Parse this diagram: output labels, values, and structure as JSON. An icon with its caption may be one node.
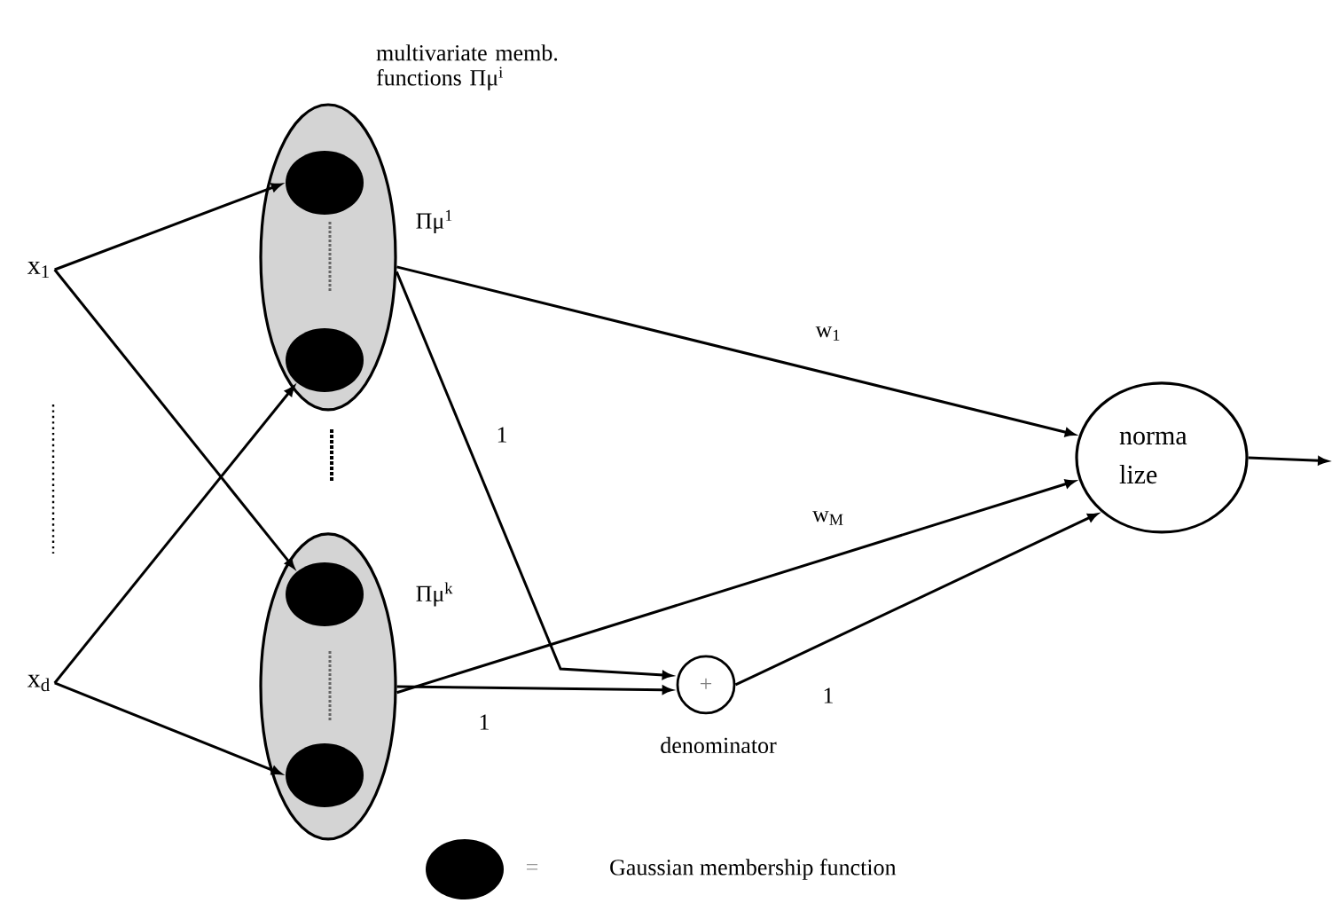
{
  "diagram": {
    "nodes": [
      {
        "text": [
          "x$_{1}$"
        ]
      },
      {
        "text": [
          "x$_{d}$"
        ]
      },
      {
        "text": [
          "multivariate memb. functions Πμ$^{i}$"
        ],
        "beside": [
          "Πμ$^{1}$"
        ]
      },
      {
        "text": [],
        "shape": "circle",
        "in": 2
      },
      {
        "text": [],
        "shape": "circle",
        "in": 2
      },
      {
        "text": [],
        "shape": "ellipse",
        "beside": [
          "Πμ$^{k}$"
        ]
      },
      {
        "text": [],
        "shape": "circle",
        "in": 5
      },
      {
        "text": [],
        "shape": "circle",
        "in": 5
      },
      {
        "text": [
          "+"
        ],
        "beside": [
          "denominator"
        ]
      },
      {
        "text": [
          "norma lize"
        ]
      }
    ],
    "edges": [
      {
        "from": 0,
        "to": 3,
        "arrow": "to"
      },
      {
        "from": 0,
        "to": 6,
        "arrow": "to"
      },
      {
        "from": 1,
        "to": 4,
        "arrow": "to"
      },
      {
        "from": 1,
        "to": 7,
        "arrow": "to"
      },
      {
        "from": 2,
        "to": 9,
        "arrow": "to",
        "label": "w$_{1}$"
      },
      {
        "from": 2,
        "to": 8,
        "arrow": "to",
        "label": "1"
      },
      {
        "from": 5,
        "to": 9,
        "arrow": "to",
        "label": "w$_{M}$"
      },
      {
        "from": 5,
        "to": 8,
        "arrow": "to",
        "label": "1"
      },
      {
        "from": 8,
        "to": 9,
        "arrow": "to",
        "label": "1"
      },
      {
        "from": 9,
        "to": null,
        "arrow": "to"
      }
    ],
    "labels": [
      "="
    ],
    "legend": [
      {
        "text": "Gaussian membership function"
      }
    ]
  }
}
